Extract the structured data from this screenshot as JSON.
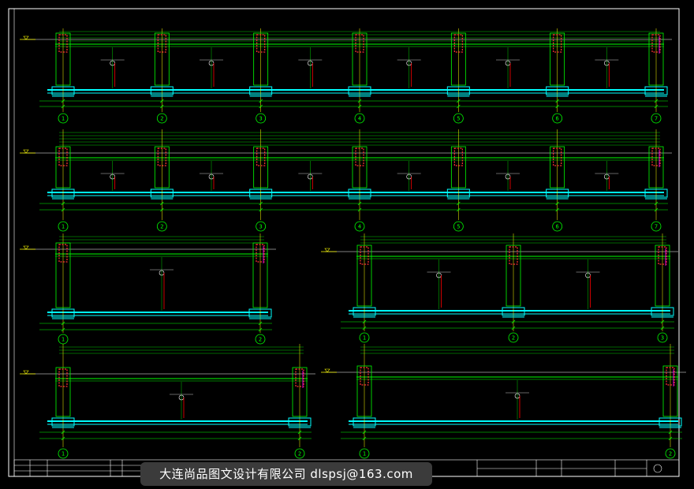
{
  "watermark": "大连尚品图文设计有限公司 dlspsj@163.com",
  "sections": [
    {
      "grid_axes": [
        "1",
        "2",
        "3",
        "4",
        "5",
        "6",
        "7"
      ]
    },
    {
      "grid_axes": [
        "1",
        "2",
        "3",
        "4",
        "5",
        "6",
        "7"
      ]
    },
    {
      "grid_axes": [
        "1",
        "2"
      ]
    },
    {
      "grid_axes": [
        "1",
        "2",
        "3"
      ]
    },
    {
      "grid_axes": [
        "1",
        "2"
      ]
    },
    {
      "grid_axes": [
        "1",
        "2"
      ]
    }
  ],
  "colors": {
    "background": "#000000",
    "frame": "#ffffff",
    "dimension": "#00ff00",
    "wall": "#00ffff",
    "column": "#ff0000",
    "hatch": "#ff3333",
    "leader": "#ffff00",
    "note": "#ff00ff"
  }
}
